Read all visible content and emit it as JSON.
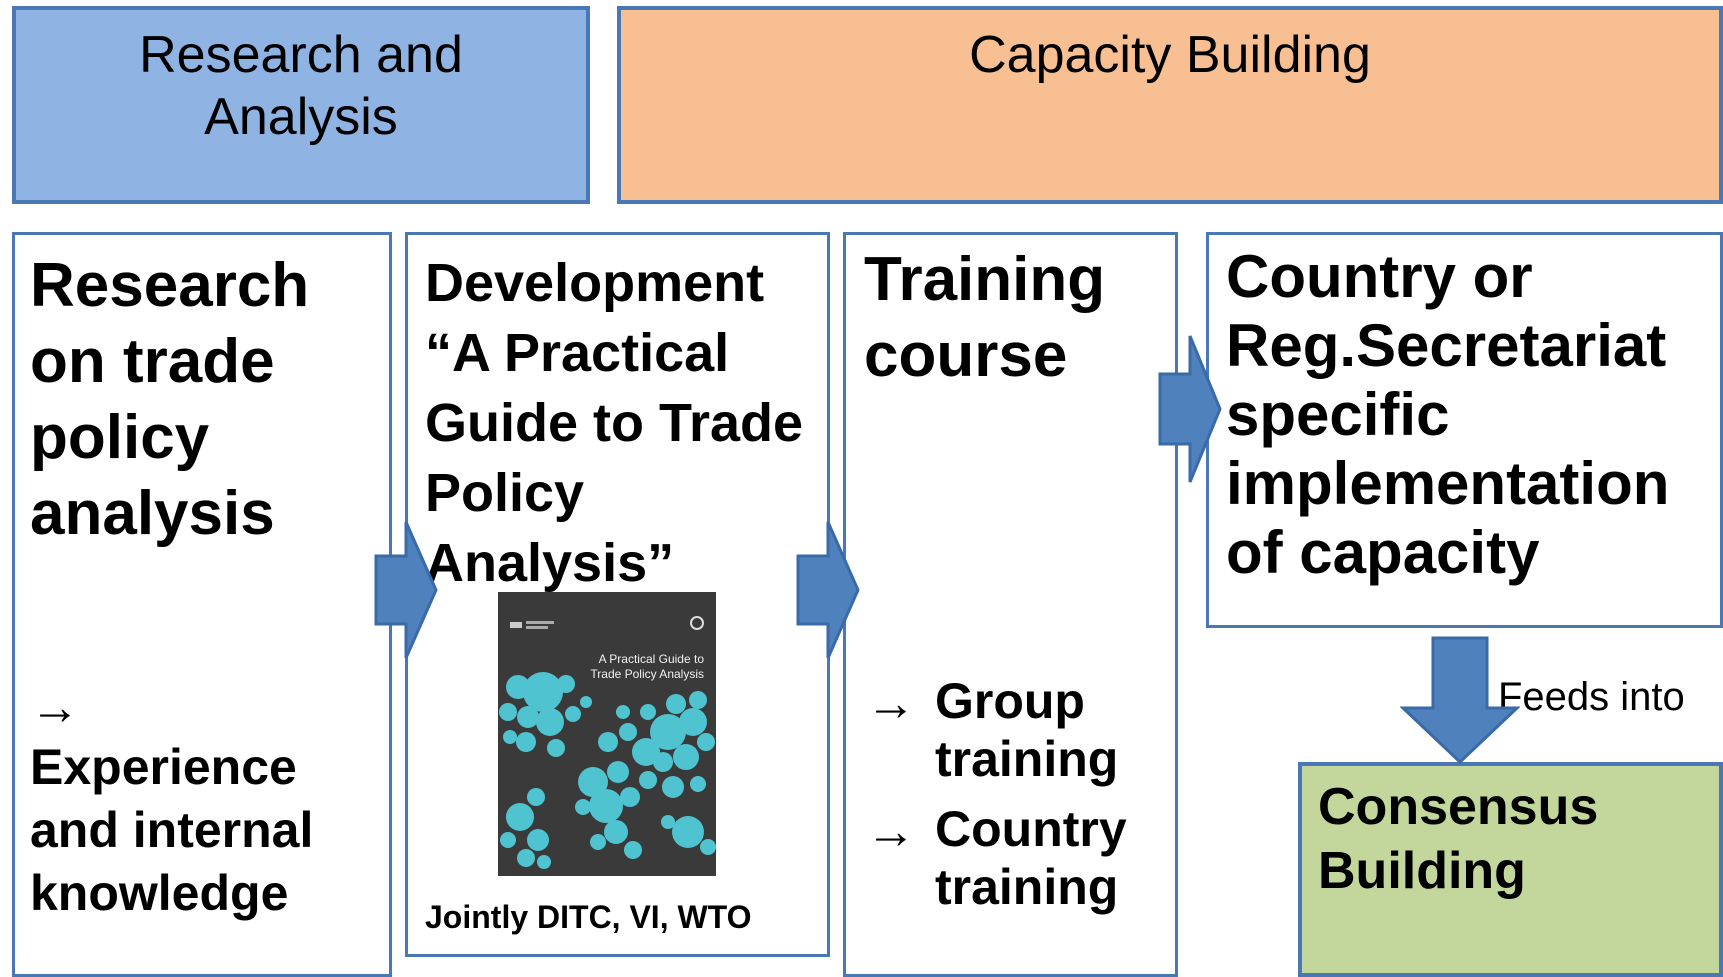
{
  "headers": {
    "research_analysis": "Research and Analysis",
    "capacity_building": "Capacity Building"
  },
  "boxes": {
    "research": {
      "title": "Research on trade policy analysis",
      "arrow_symbol": "→",
      "note": "Experience and internal knowledge"
    },
    "development": {
      "title": "Development “A Practical Guide to Trade Policy Analysis”",
      "book_title": "A Practical Guide to Trade Policy Analysis",
      "caption": "Jointly DITC, VI, WTO"
    },
    "training": {
      "title": "Training course",
      "arrow_symbol": "→",
      "items": [
        "Group training",
        "Country training"
      ]
    },
    "country": {
      "title": "Country or Reg.Secretariat specific implementation of capacity"
    },
    "consensus": {
      "title": "Consensus Building"
    }
  },
  "feeds_label": "Feeds into",
  "colors": {
    "research_header": "#8fb3e3",
    "capacity_header": "#f8bf92",
    "border": "#4a78b5",
    "arrow_fill": "#4f81bd",
    "consensus_fill": "#c3d69b",
    "book_cover": "#3a3a3a",
    "book_dots": "#4fc3d0"
  },
  "icons": {
    "flow_arrow": "block-arrow-right-icon",
    "down_arrow": "block-arrow-down-icon"
  }
}
